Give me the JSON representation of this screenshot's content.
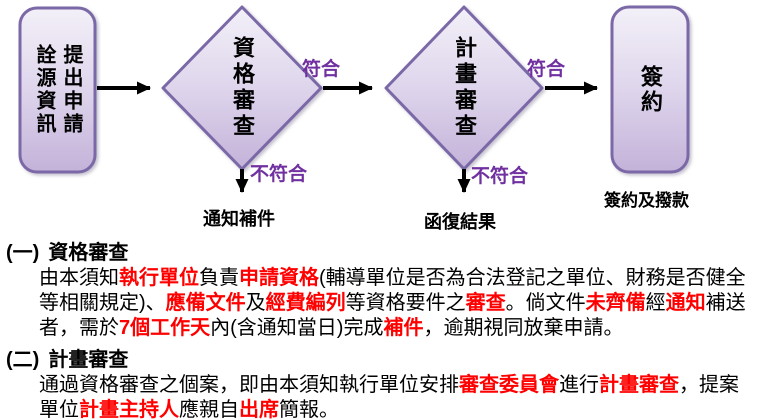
{
  "flowchart": {
    "start_box": {
      "left_column": "詮源資訊",
      "right_column": "提出申請"
    },
    "decision1": "資格審查",
    "decision2": "計畫審查",
    "end_box": "簽約",
    "end_caption": "簽約及撥款",
    "labels": {
      "pass1": "符合",
      "pass2": "符合",
      "fail1": "不符合",
      "fail2": "不符合",
      "fail1_result": "通知補件",
      "fail2_result": "函復結果"
    }
  },
  "sections": [
    {
      "number": "(一)",
      "title": "資格審查",
      "lines": [
        [
          {
            "t": "由本須知"
          },
          {
            "t": "執行單位",
            "c": "red"
          },
          {
            "t": "負責"
          },
          {
            "t": "申請資格",
            "c": "red"
          },
          {
            "t": "(輔導單位是否為合法登記之單位、財務是否健全"
          }
        ],
        [
          {
            "t": "等相關規定)、"
          },
          {
            "t": "應備文件",
            "c": "red"
          },
          {
            "t": "及"
          },
          {
            "t": "經費編列",
            "c": "red"
          },
          {
            "t": "等資格要件之"
          },
          {
            "t": "審查",
            "c": "red"
          },
          {
            "t": "。倘文件"
          },
          {
            "t": "未齊備",
            "c": "red"
          },
          {
            "t": "經"
          },
          {
            "t": "通知",
            "c": "red"
          },
          {
            "t": "補送"
          }
        ],
        [
          {
            "t": "者，需於"
          },
          {
            "t": "7個工作天",
            "c": "red"
          },
          {
            "t": "內(含通知當日)完成"
          },
          {
            "t": "補件",
            "c": "red"
          },
          {
            "t": "，逾期視同放棄申請。"
          }
        ]
      ]
    },
    {
      "number": "(二)",
      "title": "計畫審查",
      "lines": [
        [
          {
            "t": "通過資格審查之個案，即由本須知執行單位安排"
          },
          {
            "t": "審查委員會",
            "c": "red"
          },
          {
            "t": "進行"
          },
          {
            "t": "計畫審查",
            "c": "red"
          },
          {
            "t": "，提案"
          }
        ],
        [
          {
            "t": "單位"
          },
          {
            "t": "計畫主持人",
            "c": "red"
          },
          {
            "t": "應親自"
          },
          {
            "t": "出席",
            "c": "red"
          },
          {
            "t": "簡報。"
          }
        ]
      ]
    }
  ],
  "colors": {
    "shape_border": "#7b68a7",
    "shape_fill_top": "#f3f0f8",
    "shape_fill_bottom": "#c3b2d9",
    "flow_label_purple": "#7030a0",
    "highlight_red": "#ff0000",
    "text_black": "#000000"
  }
}
